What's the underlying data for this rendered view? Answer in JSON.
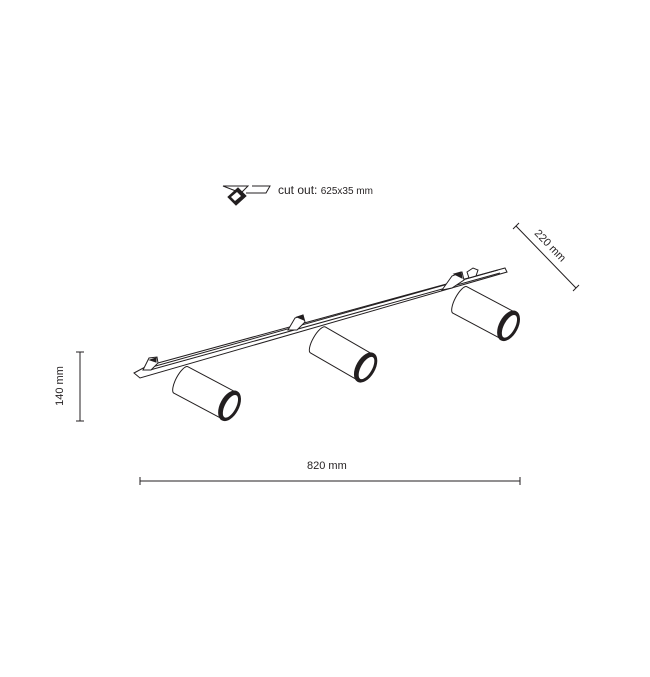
{
  "cutout": {
    "label": "cut out:",
    "value": "625x35 mm",
    "icon": "recessed-cutout-icon"
  },
  "dimensions": {
    "height": "140 mm",
    "length": "820 mm",
    "depth": "220 mm"
  },
  "colors": {
    "line": "#231f20",
    "background": "#ffffff"
  }
}
